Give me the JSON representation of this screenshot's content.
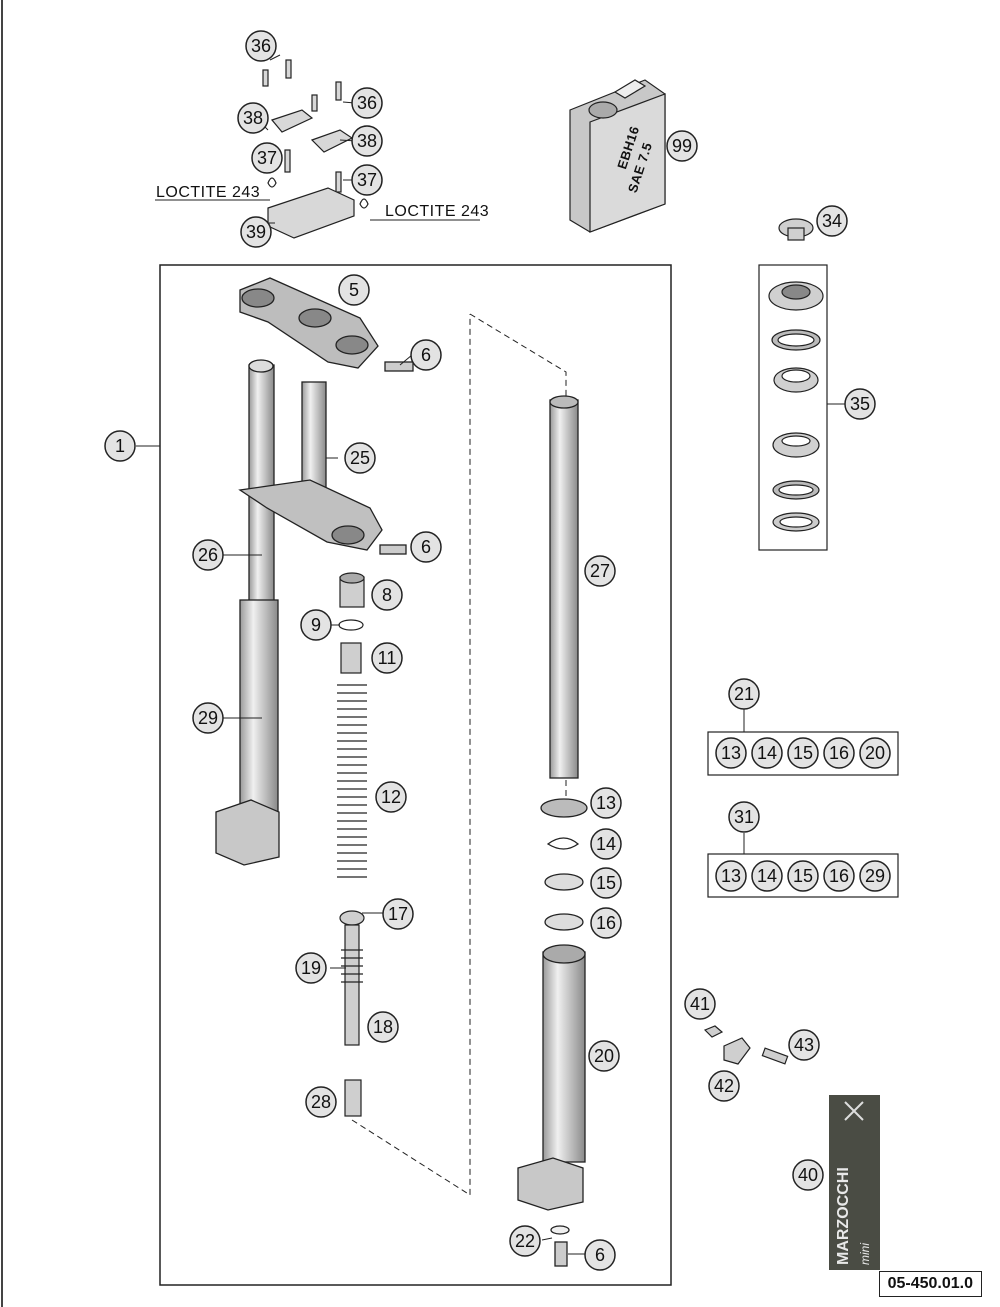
{
  "callouts": [
    "36",
    "36",
    "38",
    "38",
    "37",
    "37",
    "39",
    "99",
    "34",
    "35",
    "5",
    "6",
    "1",
    "25",
    "6",
    "26",
    "8",
    "9",
    "11",
    "27",
    "29",
    "12",
    "21",
    "13",
    "14",
    "15",
    "16",
    "20",
    "31",
    "13",
    "14",
    "15",
    "16",
    "29",
    "13",
    "14",
    "15",
    "16",
    "17",
    "19",
    "18",
    "41",
    "43",
    "42",
    "20",
    "28",
    "40",
    "22",
    "6"
  ],
  "loctite_left": "LOCTITE 243",
  "loctite_right": "LOCTITE 243",
  "can_text_line1": "EBH16",
  "can_text_line2": "SAE 7.5",
  "brand_logo_text": "MARZOCCHI",
  "brand_logo_sub": "mini",
  "reference_code": "05-450.01.0",
  "colors": {
    "line": "#222222",
    "part_fill": "#cfcfcf",
    "part_dark": "#7a7a7a",
    "callout_fill": "#e3e3e3",
    "logo_bg": "#4a4c44"
  }
}
